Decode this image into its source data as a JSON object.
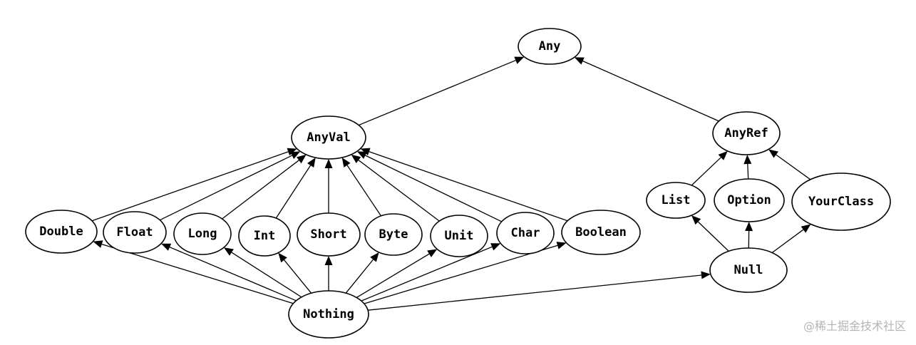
{
  "diagram": {
    "nodes": [
      {
        "id": "any",
        "label": "Any"
      },
      {
        "id": "anyval",
        "label": "AnyVal"
      },
      {
        "id": "anyref",
        "label": "AnyRef"
      },
      {
        "id": "double",
        "label": "Double"
      },
      {
        "id": "float",
        "label": "Float"
      },
      {
        "id": "long",
        "label": "Long"
      },
      {
        "id": "int",
        "label": "Int"
      },
      {
        "id": "short",
        "label": "Short"
      },
      {
        "id": "byte",
        "label": "Byte"
      },
      {
        "id": "unit",
        "label": "Unit"
      },
      {
        "id": "char",
        "label": "Char"
      },
      {
        "id": "boolean",
        "label": "Boolean"
      },
      {
        "id": "list",
        "label": "List"
      },
      {
        "id": "option",
        "label": "Option"
      },
      {
        "id": "yourclass",
        "label": "YourClass"
      },
      {
        "id": "null",
        "label": "Null"
      },
      {
        "id": "nothing",
        "label": "Nothing"
      }
    ],
    "edges": [
      {
        "from": "anyval",
        "to": "any"
      },
      {
        "from": "anyref",
        "to": "any"
      },
      {
        "from": "double",
        "to": "anyval"
      },
      {
        "from": "float",
        "to": "anyval"
      },
      {
        "from": "long",
        "to": "anyval"
      },
      {
        "from": "int",
        "to": "anyval"
      },
      {
        "from": "short",
        "to": "anyval"
      },
      {
        "from": "byte",
        "to": "anyval"
      },
      {
        "from": "unit",
        "to": "anyval"
      },
      {
        "from": "char",
        "to": "anyval"
      },
      {
        "from": "boolean",
        "to": "anyval"
      },
      {
        "from": "list",
        "to": "anyref"
      },
      {
        "from": "option",
        "to": "anyref"
      },
      {
        "from": "yourclass",
        "to": "anyref"
      },
      {
        "from": "null",
        "to": "list"
      },
      {
        "from": "null",
        "to": "option"
      },
      {
        "from": "null",
        "to": "yourclass"
      },
      {
        "from": "nothing",
        "to": "double"
      },
      {
        "from": "nothing",
        "to": "float"
      },
      {
        "from": "nothing",
        "to": "long"
      },
      {
        "from": "nothing",
        "to": "int"
      },
      {
        "from": "nothing",
        "to": "short"
      },
      {
        "from": "nothing",
        "to": "byte"
      },
      {
        "from": "nothing",
        "to": "unit"
      },
      {
        "from": "nothing",
        "to": "char"
      },
      {
        "from": "nothing",
        "to": "boolean"
      },
      {
        "from": "nothing",
        "to": "null"
      }
    ]
  },
  "watermark": "@稀土掘金技术社区"
}
